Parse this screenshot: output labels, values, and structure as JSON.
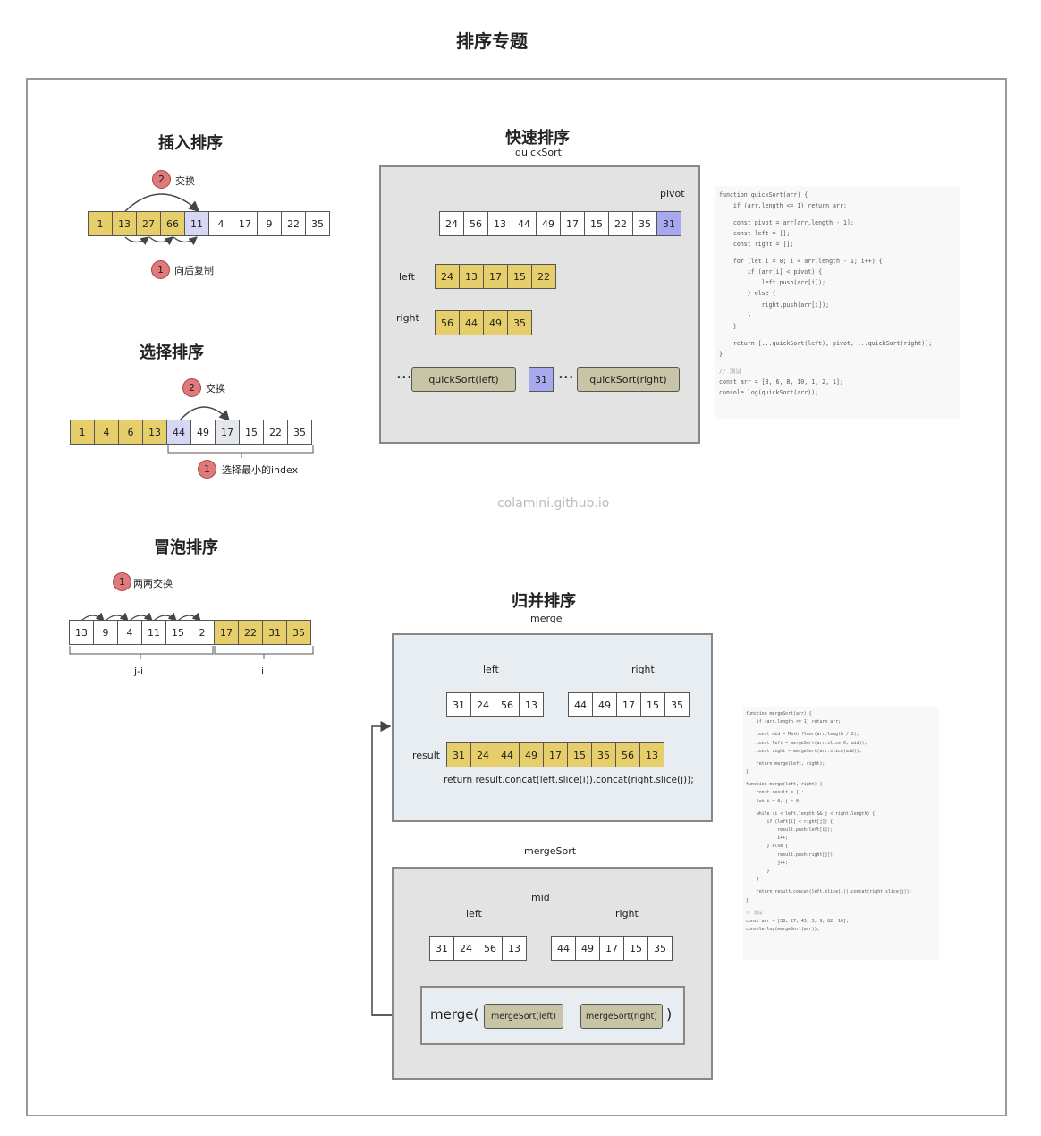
{
  "page_title": "排序专题",
  "watermark": "colamini.github.io",
  "insertion": {
    "title": "插入排序",
    "cells": [
      {
        "v": "1",
        "c": "y"
      },
      {
        "v": "13",
        "c": "y"
      },
      {
        "v": "27",
        "c": "y"
      },
      {
        "v": "66",
        "c": "y"
      },
      {
        "v": "11",
        "c": "p"
      },
      {
        "v": "4",
        "c": ""
      },
      {
        "v": "17",
        "c": ""
      },
      {
        "v": "9",
        "c": ""
      },
      {
        "v": "22",
        "c": ""
      },
      {
        "v": "35",
        "c": ""
      }
    ],
    "step2_num": "2",
    "step2_label": "交换",
    "step1_num": "1",
    "step1_label": "向后复制"
  },
  "selection": {
    "title": "选择排序",
    "cells": [
      {
        "v": "1",
        "c": "y"
      },
      {
        "v": "4",
        "c": "y"
      },
      {
        "v": "6",
        "c": "y"
      },
      {
        "v": "13",
        "c": "y"
      },
      {
        "v": "44",
        "c": "p"
      },
      {
        "v": "49",
        "c": ""
      },
      {
        "v": "17",
        "c": "g"
      },
      {
        "v": "15",
        "c": ""
      },
      {
        "v": "22",
        "c": ""
      },
      {
        "v": "35",
        "c": ""
      }
    ],
    "step2_num": "2",
    "step2_label": "交换",
    "step1_num": "1",
    "step1_label": "选择最小的index"
  },
  "bubble": {
    "title": "冒泡排序",
    "cells": [
      {
        "v": "13",
        "c": ""
      },
      {
        "v": "9",
        "c": ""
      },
      {
        "v": "4",
        "c": ""
      },
      {
        "v": "11",
        "c": ""
      },
      {
        "v": "15",
        "c": ""
      },
      {
        "v": "2",
        "c": ""
      },
      {
        "v": "17",
        "c": "y"
      },
      {
        "v": "22",
        "c": "y"
      },
      {
        "v": "31",
        "c": "y"
      },
      {
        "v": "35",
        "c": "y"
      }
    ],
    "step1_num": "1",
    "step1_label": "两两交换",
    "brace_left": "j-i",
    "brace_right": "i"
  },
  "quick": {
    "title": "快速排序",
    "subtitle": "quickSort",
    "pivot_label": "pivot",
    "array": [
      {
        "v": "24",
        "c": ""
      },
      {
        "v": "56",
        "c": ""
      },
      {
        "v": "13",
        "c": ""
      },
      {
        "v": "44",
        "c": ""
      },
      {
        "v": "49",
        "c": ""
      },
      {
        "v": "17",
        "c": ""
      },
      {
        "v": "15",
        "c": ""
      },
      {
        "v": "22",
        "c": ""
      },
      {
        "v": "35",
        "c": ""
      },
      {
        "v": "31",
        "c": "b"
      }
    ],
    "left_label": "left",
    "left": [
      {
        "v": "24",
        "c": "y"
      },
      {
        "v": "13",
        "c": "y"
      },
      {
        "v": "17",
        "c": "y"
      },
      {
        "v": "15",
        "c": "y"
      },
      {
        "v": "22",
        "c": "y"
      }
    ],
    "right_label": "right",
    "right": [
      {
        "v": "56",
        "c": "y"
      },
      {
        "v": "44",
        "c": "y"
      },
      {
        "v": "49",
        "c": "y"
      },
      {
        "v": "35",
        "c": "y"
      }
    ],
    "call_left": "quickSort(left)",
    "pivot_value": "31",
    "call_right": "quickSort(right)",
    "ellipsis": "•••"
  },
  "merge": {
    "title": "归并排序",
    "subtitle": "merge",
    "left_label": "left",
    "right_label": "right",
    "left": [
      {
        "v": "31",
        "c": ""
      },
      {
        "v": "24",
        "c": ""
      },
      {
        "v": "56",
        "c": ""
      },
      {
        "v": "13",
        "c": ""
      }
    ],
    "right": [
      {
        "v": "44",
        "c": ""
      },
      {
        "v": "49",
        "c": ""
      },
      {
        "v": "17",
        "c": ""
      },
      {
        "v": "15",
        "c": ""
      },
      {
        "v": "35",
        "c": ""
      }
    ],
    "result_label": "result",
    "result": [
      {
        "v": "31",
        "c": "y"
      },
      {
        "v": "24",
        "c": "y"
      },
      {
        "v": "44",
        "c": "y"
      },
      {
        "v": "49",
        "c": "y"
      },
      {
        "v": "17",
        "c": "y"
      },
      {
        "v": "15",
        "c": "y"
      },
      {
        "v": "35",
        "c": "y"
      },
      {
        "v": "56",
        "c": "y"
      },
      {
        "v": "13",
        "c": "y"
      }
    ],
    "return_text": "return result.concat(left.slice(i)).concat(right.slice(j));"
  },
  "mergesort": {
    "subtitle": "mergeSort",
    "mid_label": "mid",
    "left_label": "left",
    "right_label": "right",
    "left": [
      {
        "v": "31",
        "c": ""
      },
      {
        "v": "24",
        "c": ""
      },
      {
        "v": "56",
        "c": ""
      },
      {
        "v": "13",
        "c": ""
      }
    ],
    "right": [
      {
        "v": "44",
        "c": ""
      },
      {
        "v": "49",
        "c": ""
      },
      {
        "v": "17",
        "c": ""
      },
      {
        "v": "15",
        "c": ""
      },
      {
        "v": "35",
        "c": ""
      }
    ],
    "merge_open": "merge(",
    "merge_close": ")",
    "call_left": "mergeSort(left)",
    "call_right": "mergeSort(right)"
  },
  "quick_code": [
    "function quickSort(arr) {",
    "    if (arr.length <= 1) return arr;",
    "",
    "    const pivot = arr[arr.length - 1];",
    "    const left = [];",
    "    const right = [];",
    "",
    "    for (let i = 0; i < arr.length - 1; i++) {",
    "        if (arr[i] < pivot) {",
    "            left.push(arr[i]);",
    "        } else {",
    "            right.push(arr[i]);",
    "        }",
    "    }",
    "",
    "    return [...quickSort(left), pivot, ...quickSort(right)];",
    "}",
    "",
    "// 测试",
    "const arr = [3, 6, 8, 10, 1, 2, 1];",
    "console.log(quickSort(arr));"
  ],
  "merge_code": [
    "function mergeSort(arr) {",
    "    if (arr.length <= 1) return arr;",
    "",
    "    const mid = Math.floor(arr.length / 2);",
    "    const left = mergeSort(arr.slice(0, mid));",
    "    const right = mergeSort(arr.slice(mid));",
    "",
    "    return merge(left, right);",
    "}",
    "",
    "function merge(left, right) {",
    "    const result = [];",
    "    let i = 0, j = 0;",
    "",
    "    while (i < left.length && j < right.length) {",
    "        if (left[i] < right[j]) {",
    "            result.push(left[i]);",
    "            i++;",
    "        } else {",
    "            result.push(right[j]);",
    "            j++;",
    "        }",
    "    }",
    "",
    "    return result.concat(left.slice(i)).concat(right.slice(j));",
    "}",
    "",
    "// 测试",
    "const arr = [38, 27, 43, 3, 9, 82, 10];",
    "console.log(mergeSort(arr));"
  ]
}
